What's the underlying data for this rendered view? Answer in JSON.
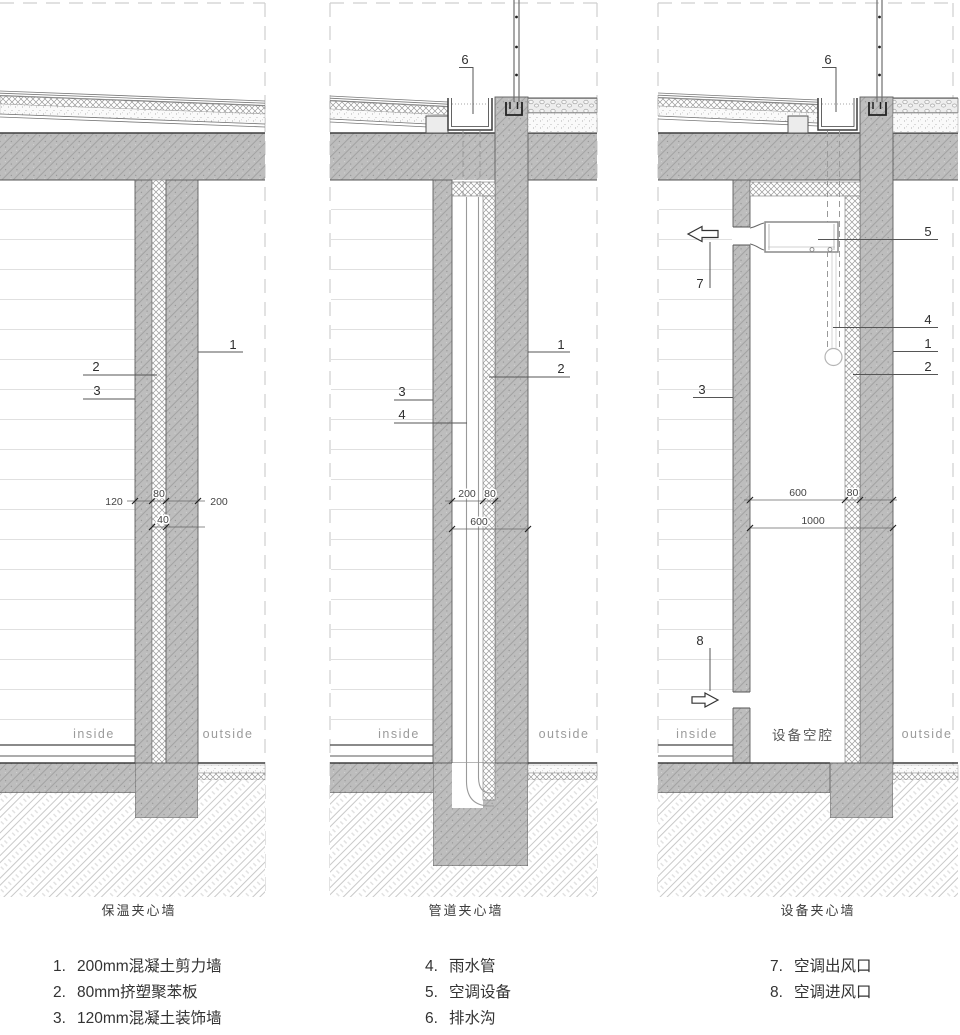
{
  "colors": {
    "concrete_fill": "#bdbdbd",
    "hatch_line": "#a6a6a6",
    "outline": "#4a4a4a",
    "dash_border": "#cfcfcf",
    "text": "#2f2f2f"
  },
  "p1": {
    "title": "保温夹心墙",
    "inside": "inside",
    "outside": "outside",
    "c1": "1",
    "c2": "2",
    "c3": "3",
    "d120": "120",
    "d80": "80",
    "d40": "40",
    "d200": "200"
  },
  "p2": {
    "title": "管道夹心墙",
    "inside": "inside",
    "outside": "outside",
    "c1": "1",
    "c2": "2",
    "c3": "3",
    "c4": "4",
    "c6": "6",
    "d200": "200",
    "d80": "80",
    "d600": "600"
  },
  "p3": {
    "title": "设备夹心墙",
    "inside": "inside",
    "outside": "outside",
    "cavity": "设备空腔",
    "c1": "1",
    "c2": "2",
    "c3": "3",
    "c4": "4",
    "c5": "5",
    "c6": "6",
    "c7": "7",
    "c8": "8",
    "d600": "600",
    "d80": "80",
    "d1000": "1000"
  },
  "legend": {
    "col1": [
      {
        "num": "1.",
        "label": "200mm混凝土剪力墙"
      },
      {
        "num": "2.",
        "label": "80mm挤塑聚苯板"
      },
      {
        "num": "3.",
        "label": "120mm混凝土装饰墙"
      }
    ],
    "col2": [
      {
        "num": "4.",
        "label": "雨水管"
      },
      {
        "num": "5.",
        "label": "空调设备"
      },
      {
        "num": "6.",
        "label": "排水沟"
      }
    ],
    "col3": [
      {
        "num": "7.",
        "label": "空调出风口"
      },
      {
        "num": "8.",
        "label": "空调进风口"
      }
    ]
  }
}
